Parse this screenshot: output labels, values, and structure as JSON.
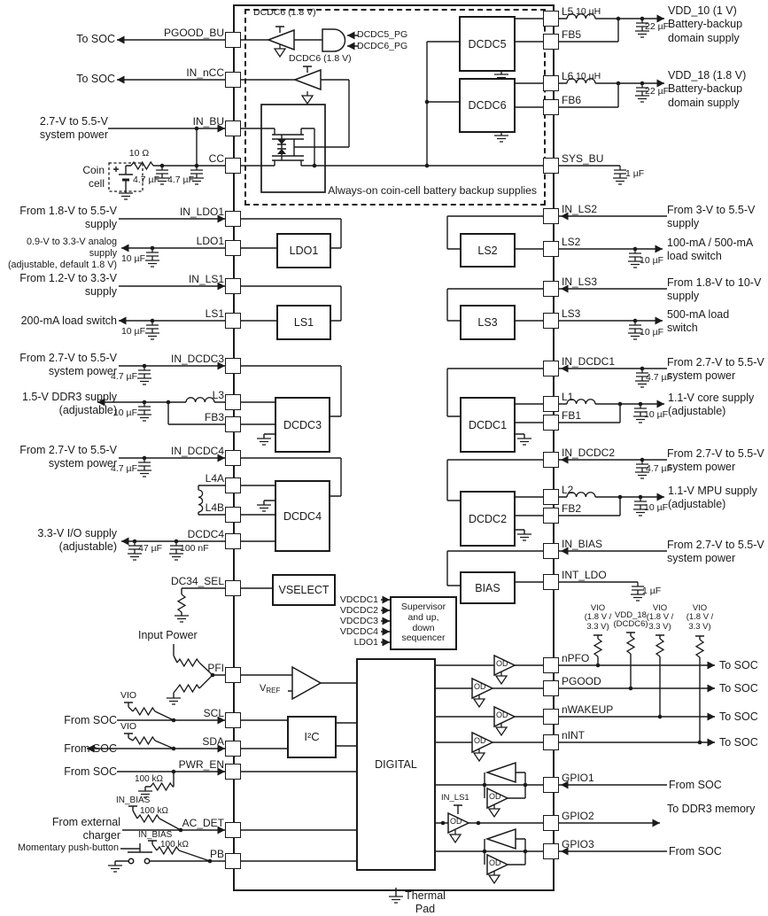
{
  "blocks": {
    "dcdc5": "DCDC5",
    "dcdc6": "DCDC6",
    "ldo1": "LDO1",
    "ls1": "LS1",
    "ls2": "LS2",
    "ls3": "LS3",
    "dcdc3": "DCDC3",
    "dcdc1": "DCDC1",
    "dcdc4": "DCDC4",
    "dcdc2": "DCDC2",
    "bias": "BIAS",
    "vselect": "VSELECT",
    "supervisor": "Supervisor\nand up,\ndown\nsequencer",
    "i2c": "I²C",
    "digital": "DIGITAL"
  },
  "pins": {
    "left": [
      "PGOOD_BU",
      "IN_nCC",
      "IN_BU",
      "CC",
      "IN_LDO1",
      "LDO1",
      "IN_LS1",
      "LS1",
      "IN_DCDC3",
      "L3",
      "FB3",
      "IN_DCDC4",
      "L4A",
      "L4B",
      "DCDC4",
      "DC34_SEL",
      "PFI",
      "SCL",
      "SDA",
      "PWR_EN",
      "AC_DET",
      "PB"
    ],
    "right": [
      "L5",
      "FB5",
      "L6",
      "FB6",
      "SYS_BU",
      "IN_LS2",
      "LS2",
      "IN_LS3",
      "LS3",
      "IN_DCDC1",
      "L1",
      "FB1",
      "IN_DCDC2",
      "L2",
      "FB2",
      "IN_BIAS",
      "INT_LDO",
      "nPFO",
      "PGOOD",
      "nWAKEUP",
      "nINT",
      "GPIO1",
      "GPIO2",
      "GPIO3"
    ]
  },
  "supervisor_inputs": [
    "VDCDC1",
    "VDCDC2",
    "VDCDC3",
    "VDCDC4",
    "LDO1"
  ],
  "od_label": "OD",
  "vref": {
    "base": "V",
    "sub": "REF"
  },
  "labels": {
    "to_soc_pgood_bu": "To SOC",
    "to_soc_in_ncc": "To SOC",
    "sys_power_in_bu": "2.7-V to 5.5-V\nsystem power",
    "r_coin": "10 Ω",
    "coin_cell": "Coin\ncell",
    "c_cc_1": "4.7 µF",
    "c_cc_2": "4.7 µF",
    "in_ldo1_src": "From 1.8-V to 5.5-V\nsupply",
    "ldo1_out": "0.9-V to 3.3-V analog supply\n(adjustable, default 1.8 V)",
    "c_ldo1": "10 µF",
    "in_ls1_src": "From 1.2-V to 3.3-V\nsupply",
    "ls1_out": "200-mA load switch",
    "c_ls1": "10 µF",
    "in_dcdc3_src": "From 2.7-V to 5.5-V\nsystem power",
    "c_indcdc3": "4.7 µF",
    "dcdc3_out": "1.5-V DDR3 supply\n(adjustable)",
    "c_dcdc3": "10 µF",
    "in_dcdc4_src": "From 2.7-V to 5.5-V\nsystem power",
    "c_indcdc4": "4.7 µF",
    "dcdc4_out": "3.3-V I/O supply\n(adjustable)",
    "c_dcdc4a": "47 µF",
    "c_dcdc4b": "100 nF",
    "input_power": "Input Power",
    "vio_scl": "VIO",
    "vio_sda": "VIO",
    "from_soc_scl": "From SOC",
    "from_soc_sda": "From SOC",
    "from_soc_pwren": "From SOC",
    "r_pwren": "100 kΩ",
    "in_bias_acdet": "IN_BIAS",
    "r_acdet": "100 kΩ",
    "ext_charger": "From external\ncharger",
    "in_bias_pb": "IN_BIAS",
    "r_pb": "100 kΩ",
    "push_button": "Momentary push-button",
    "l5_val": "10 µH",
    "l6_val": "10 µH",
    "c_bu1": "22 µF",
    "c_bu2": "22 µF",
    "vdd10": "VDD_10 (1 V)\nBattery-backup\ndomain supply",
    "vdd18": "VDD_18 (1.8 V)\nBattery-backup\ndomain supply",
    "c_sysbu": "1 µF",
    "in_ls2_src": "From 3-V to 5.5-V\nsupply",
    "ls2_out": "100-mA / 500-mA\nload switch",
    "c_ls2": "10 µF",
    "in_ls3_src": "From 1.8-V to 10-V\nsupply",
    "ls3_out": "500-mA load\nswitch",
    "c_ls3": "10 µF",
    "in_dcdc1_src": "From 2.7-V to 5.5-V\nsystem power",
    "c_indcdc1": "4.7 µF",
    "dcdc1_out": "1.1-V core supply\n(adjustable)",
    "c_dcdc1": "10 µF",
    "in_dcdc2_src": "From 2.7-V to 5.5-V\nsystem power",
    "c_indcdc2": "4.7 µF",
    "dcdc2_out": "1.1-V MPU supply\n(adjustable)",
    "c_dcdc2": "10 µF",
    "in_bias_src": "From 2.7-V to 5.5-V\nsystem power",
    "c_intldo": "1 µF",
    "pu1": "VIO\n(1.8 V /\n3.3 V)",
    "pu2": "VDD_18\n(DCDC6)",
    "pu3": "VIO\n(1.8 V /\n3.3 V)",
    "pu4": "VIO\n(1.8 V /\n3.3 V)",
    "to_soc_npfo": "To SOC",
    "to_soc_pgood": "To SOC",
    "to_soc_nwakeup": "To SOC",
    "to_soc_nint": "To SOC",
    "from_soc_gpio1": "From SOC",
    "to_ddr3": "To DDR3 memory",
    "from_soc_gpio3": "From SOC",
    "dcdc6_18_top": "DCDC6 (1.8 V)",
    "dcdc5_pg": "DCDC5_PG",
    "dcdc6_pg": "DCDC6_PG",
    "dcdc6_18_mid": "DCDC6 (1.8 V)",
    "always_on": "Always-on coin-cell battery backup supplies",
    "in_ls1_buf": "IN_LS1",
    "thermal": "Thermal\nPad"
  }
}
